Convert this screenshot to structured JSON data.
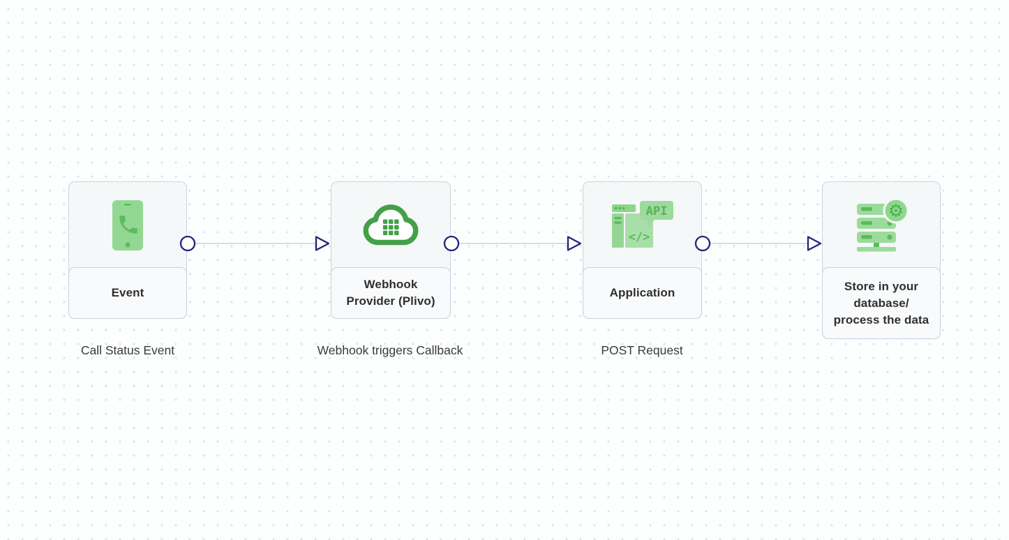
{
  "nodes": [
    {
      "title": "Event",
      "caption": "Call Status Event",
      "icon": "phone-icon"
    },
    {
      "title": "Webhook Provider (Plivo)",
      "caption": "Webhook triggers Callback",
      "icon": "cloud-dialpad-icon"
    },
    {
      "title": "Application",
      "caption": "POST Request",
      "icon": "api-window-icon"
    },
    {
      "title": "Store in your database/ process the data",
      "caption": "",
      "icon": "database-gear-icon"
    }
  ],
  "icons": {
    "api_label": "API",
    "code_label": "</>",
    "gear_glyph": "⚙"
  },
  "colors": {
    "canvas_dot": "#dbe5f1",
    "node_border": "#c9d5dc",
    "node_icon_bg": "#f5f8f8",
    "node_label_bg": "#f9fafb",
    "title_text": "#2f2f2f",
    "caption_text": "#3a3a3a",
    "connector_line": "#d7dde3",
    "port_stroke": "#23237a",
    "green_dark": "#43a047",
    "green_mid": "#5cbb5c",
    "green_light": "#9bdb9b"
  }
}
